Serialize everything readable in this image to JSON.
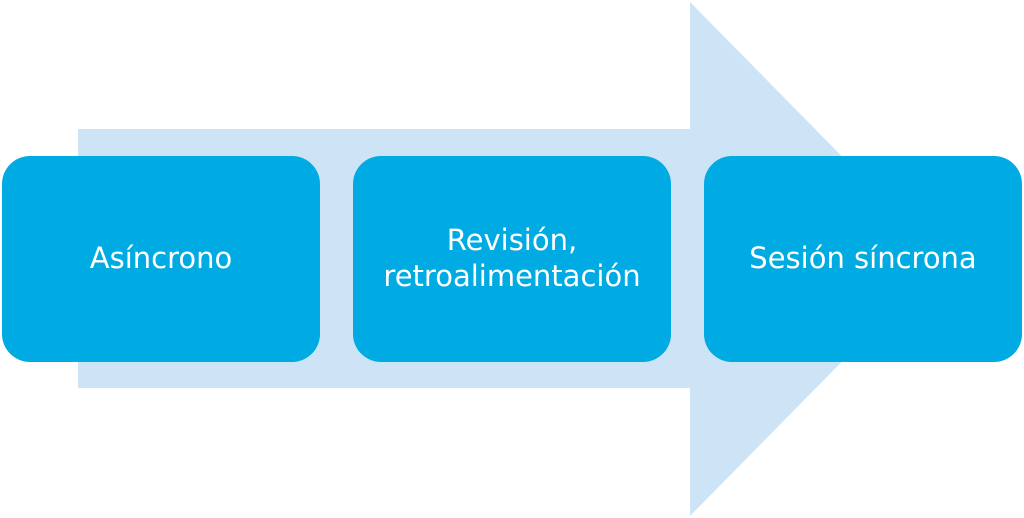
{
  "diagram": {
    "colors": {
      "arrow": "#cde4f6",
      "box": "#00aae2",
      "text": "#ffffff"
    },
    "steps": [
      {
        "label": "Asíncrono"
      },
      {
        "label": "Revisión, retroalimentación"
      },
      {
        "label": "Sesión síncrona"
      }
    ]
  }
}
